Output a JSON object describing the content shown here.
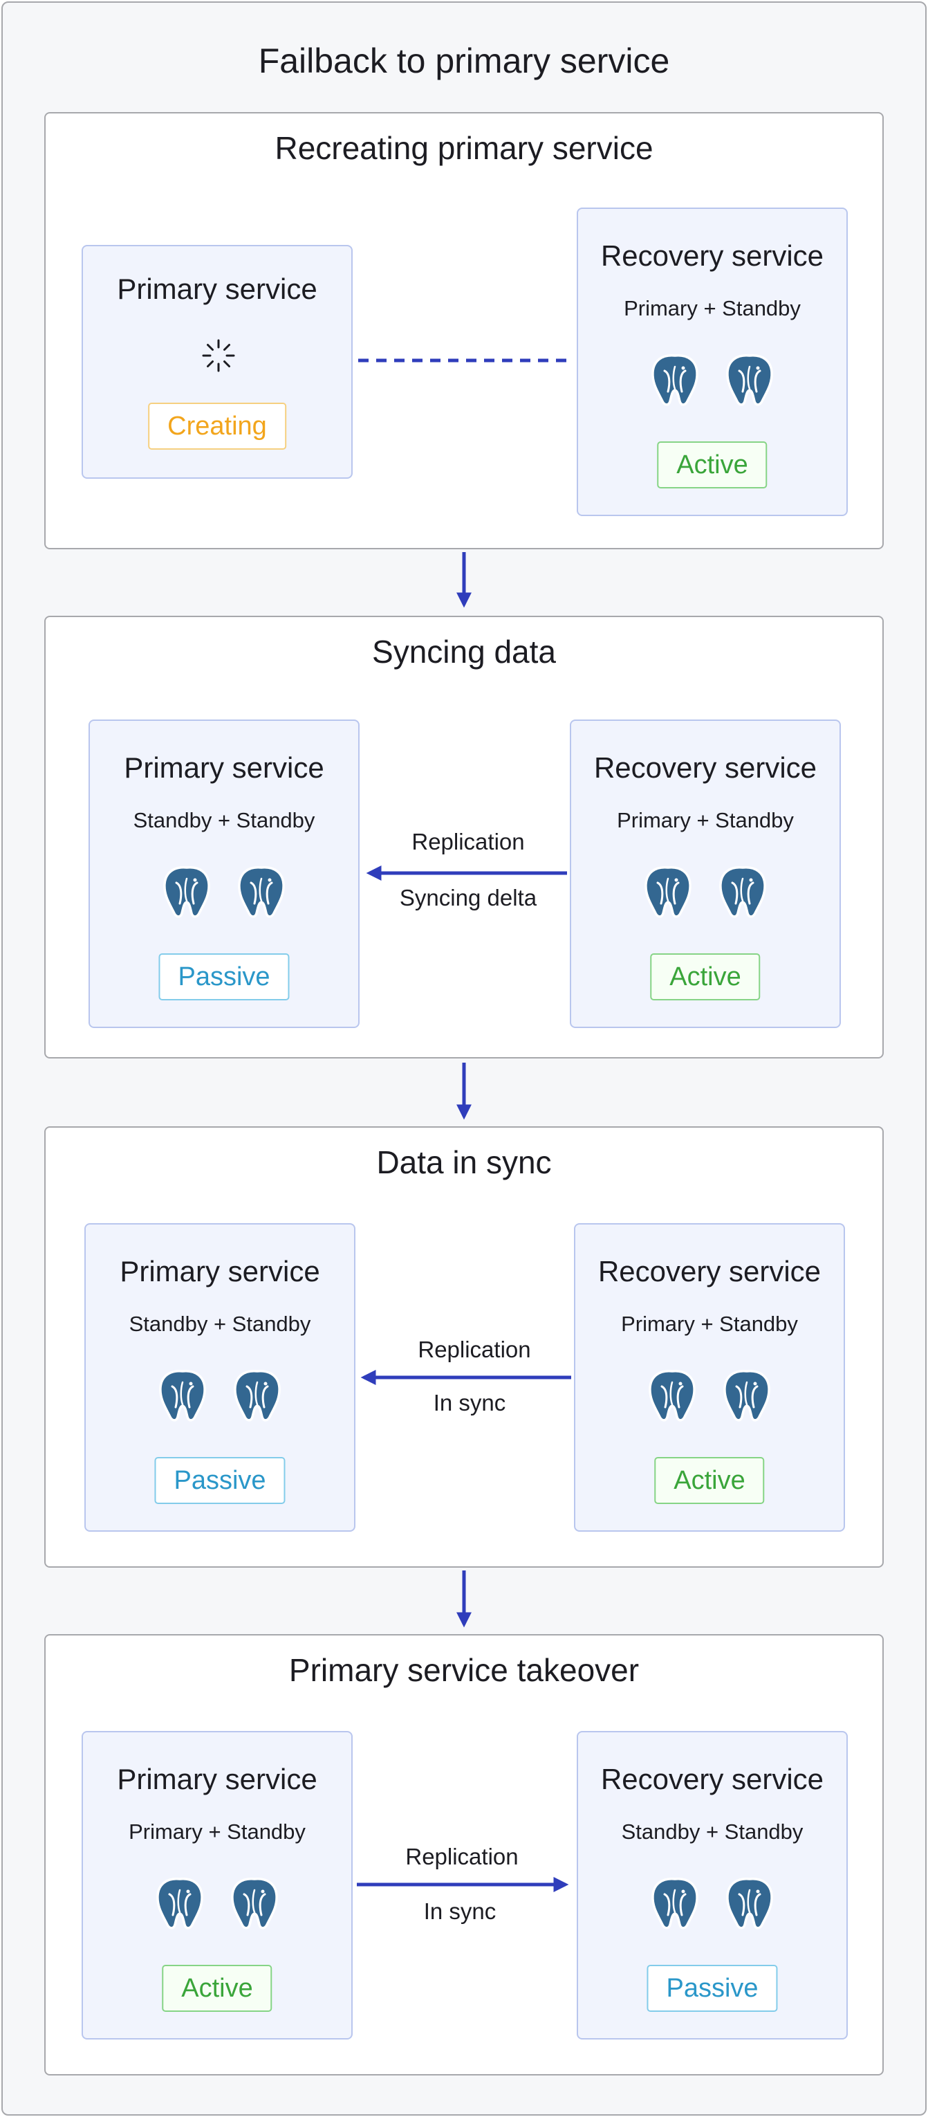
{
  "title": "Failback to primary service",
  "colors": {
    "arrow": "#2f3dbb",
    "active": "#3aa53a",
    "passive": "#2a97c9",
    "creating": "#f2a51c",
    "service_fill": "#f1f4fd",
    "service_border": "#b9c6ee",
    "elephant": "#336791"
  },
  "icons": {
    "database": "postgresql-elephant-icon",
    "loading": "loading-spinner-icon"
  },
  "stages": [
    {
      "title": "Recreating primary service",
      "primary": {
        "title": "Primary service",
        "status": "Creating"
      },
      "recovery": {
        "title": "Recovery service",
        "roles": "Primary + Standby",
        "status": "Active"
      },
      "connection": {
        "style": "dashed"
      }
    },
    {
      "title": "Syncing data",
      "primary": {
        "title": "Primary service",
        "roles": "Standby + Standby",
        "status": "Passive"
      },
      "recovery": {
        "title": "Recovery service",
        "roles": "Primary + Standby",
        "status": "Active"
      },
      "connection": {
        "direction": "to-primary",
        "label_top": "Replication",
        "label_bottom": "Syncing delta"
      }
    },
    {
      "title": "Data in sync",
      "primary": {
        "title": "Primary service",
        "roles": "Standby + Standby",
        "status": "Passive"
      },
      "recovery": {
        "title": "Recovery service",
        "roles": "Primary + Standby",
        "status": "Active"
      },
      "connection": {
        "direction": "to-primary",
        "label_top": "Replication",
        "label_bottom": "In sync"
      }
    },
    {
      "title": "Primary service takeover",
      "primary": {
        "title": "Primary service",
        "roles": "Primary + Standby",
        "status": "Active"
      },
      "recovery": {
        "title": "Recovery service",
        "roles": "Standby + Standby",
        "status": "Passive"
      },
      "connection": {
        "direction": "to-recovery",
        "label_top": "Replication",
        "label_bottom": "In sync"
      }
    }
  ]
}
